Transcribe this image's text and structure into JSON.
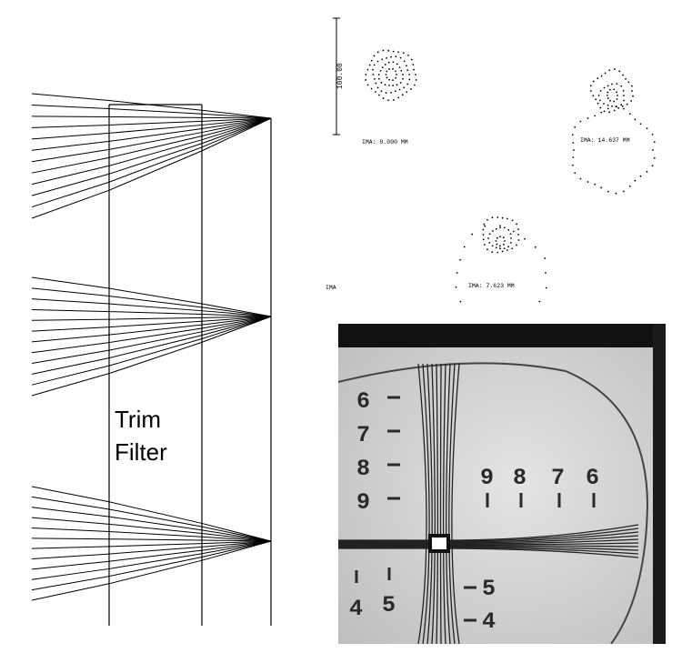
{
  "ray_trace": {
    "filter_label_line1": "Trim",
    "filter_label_line2": "Filter"
  },
  "spot_diagram": {
    "scale_label": "100.00",
    "field_labels": [
      "IMA: 0.000 MM",
      "IMA: 14.637 MM",
      "IMA: 7.623 MM"
    ],
    "surface_label": "IMA"
  },
  "resolution_chart": {
    "left_numbers": [
      "6",
      "7",
      "8",
      "9"
    ],
    "top_right_numbers": [
      "9",
      "8",
      "7",
      "6"
    ],
    "bottom_left_numbers": [
      "4",
      "5"
    ],
    "bottom_center_numbers": [
      "5",
      "4"
    ]
  },
  "colors": {
    "line": "#000000",
    "chart_bg": "#cfcfcf",
    "chart_frame": "#111111"
  }
}
